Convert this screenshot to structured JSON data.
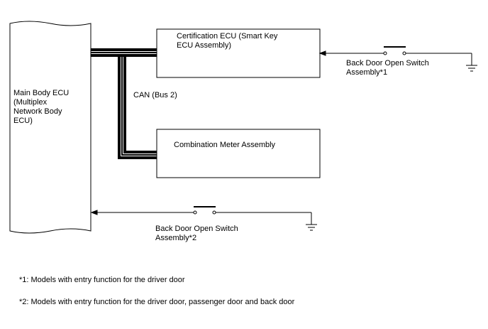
{
  "components": {
    "main_body_ecu": "Main Body ECU\n(Multiplex\nNetwork Body\nECU)",
    "certification_ecu": "Certification ECU (Smart Key\nECU Assembly)",
    "combination_meter": "Combination Meter Assembly",
    "switch_1": "Back Door Open Switch\nAssembly*1",
    "switch_2": "Back Door Open Switch\nAssembly*2"
  },
  "bus_label": "CAN (Bus 2)",
  "notes": {
    "note_1": "*1: Models with entry function for the driver door",
    "note_2": "*2: Models with entry function for the driver door, passenger door and back door"
  }
}
